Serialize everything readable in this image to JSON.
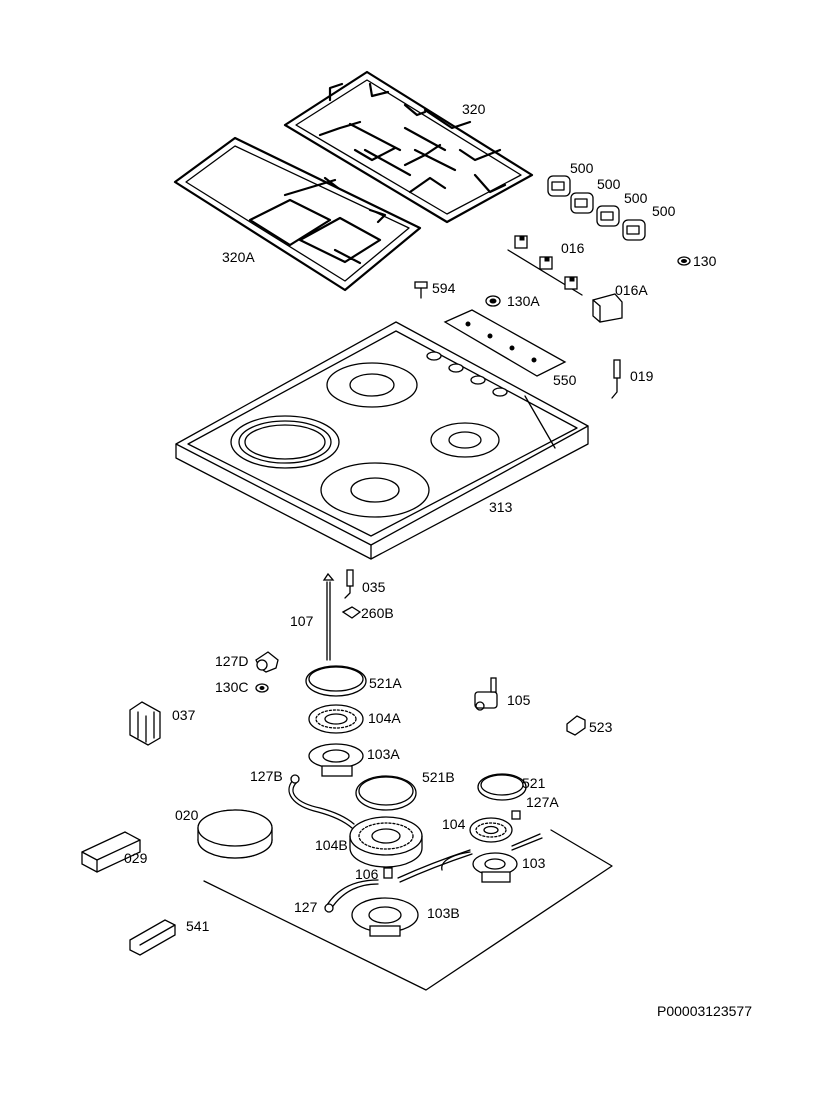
{
  "diagram": {
    "document_id": "P00003123577",
    "labels": {
      "p320": "320",
      "p320a": "320A",
      "p500a": "500",
      "p500b": "500",
      "p500c": "500",
      "p500d": "500",
      "p016": "016",
      "p130": "130",
      "p594": "594",
      "p130a": "130A",
      "p016a": "016A",
      "p550": "550",
      "p019": "019",
      "p313": "313",
      "p035": "035",
      "p260b": "260B",
      "p107": "107",
      "p127d": "127D",
      "p521a": "521A",
      "p130c": "130C",
      "p105": "105",
      "p037": "037",
      "p104a": "104A",
      "p523": "523",
      "p103a": "103A",
      "p127b": "127B",
      "p521b": "521B",
      "p521": "521",
      "p127a": "127A",
      "p020": "020",
      "p104": "104",
      "p104b": "104B",
      "p103": "103",
      "p029": "029",
      "p106": "106",
      "p127": "127",
      "p103b": "103B",
      "p541": "541"
    }
  }
}
